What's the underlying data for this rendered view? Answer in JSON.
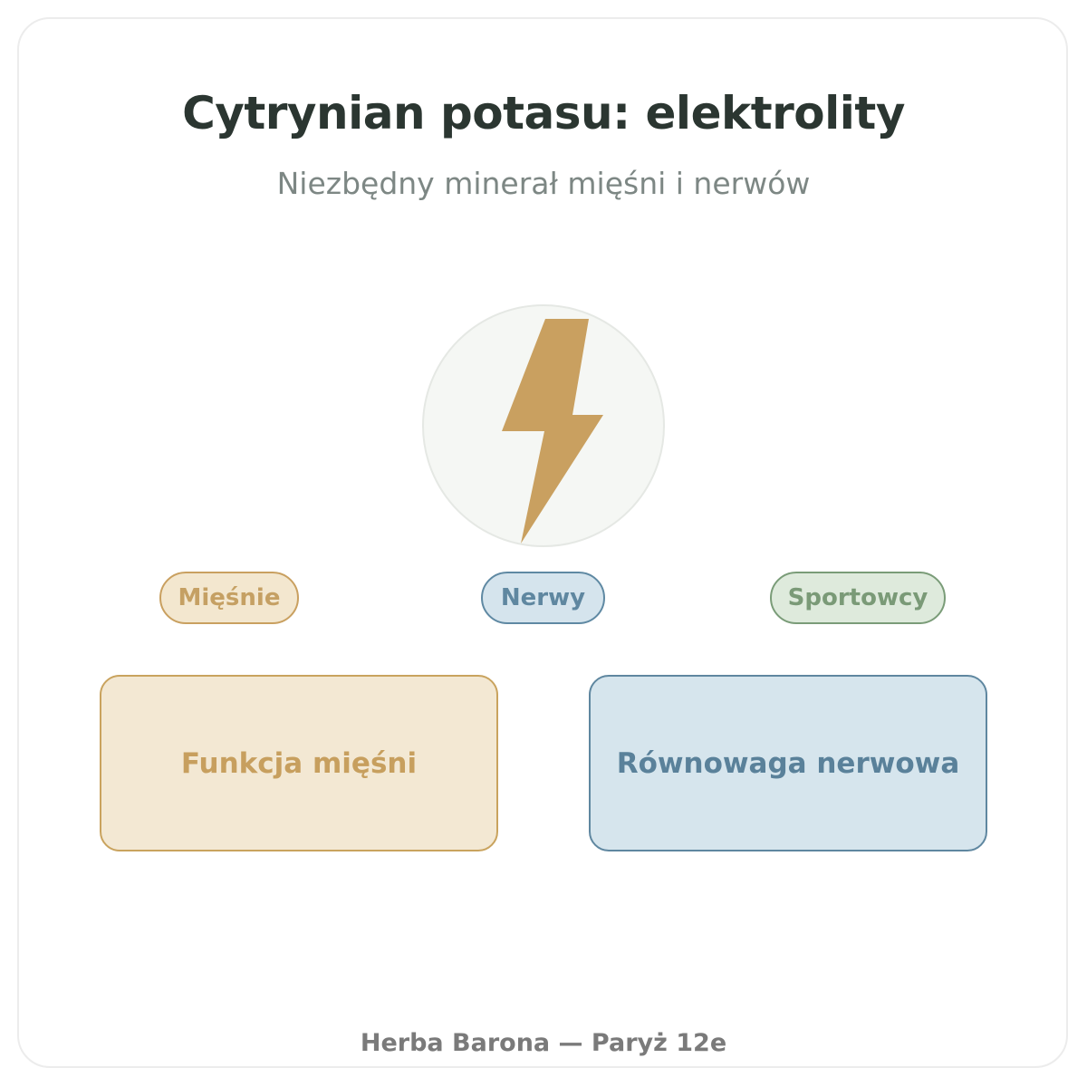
{
  "header": {
    "title": "Cytrynian potasu: elektrolity",
    "subtitle": "Niezbędny minerał mięśni i nerwów"
  },
  "central_icon": {
    "name": "lightning-bolt-icon",
    "color": "#c9a060"
  },
  "tags": [
    {
      "label": "Mięśnie",
      "color": "#c5a063"
    },
    {
      "label": "Nerwy",
      "color": "#5f87a0"
    },
    {
      "label": "Sportowcy",
      "color": "#7a9a77"
    }
  ],
  "boxes": [
    {
      "label": "Funkcja mięśni",
      "color": "#c79f5e"
    },
    {
      "label": "Równowaga nerwowa",
      "color": "#5a819a"
    }
  ],
  "footer": {
    "text": "Herba Barona — Paryż 12e"
  }
}
